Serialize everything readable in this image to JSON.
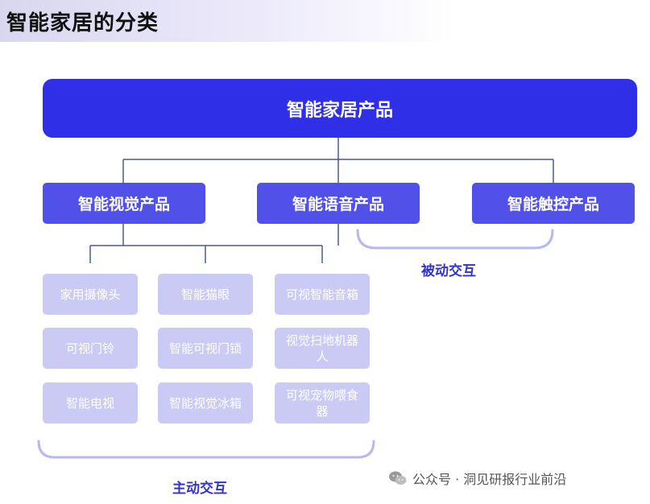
{
  "page_title": "智能家居的分类",
  "root": "智能家居产品",
  "categories": [
    "智能视觉产品",
    "智能语音产品",
    "智能触控产品"
  ],
  "leaves": [
    [
      "家用摄像头",
      "可视门铃",
      "智能电视"
    ],
    [
      "智能猫眼",
      "智能可视门锁",
      "智能视觉冰箱"
    ],
    [
      "可视智能音箱",
      "视觉扫地机器人",
      "可视宠物喂食器"
    ]
  ],
  "groups": {
    "passive": "被动交互",
    "active": "主动交互"
  },
  "watermark": "公众号 · 洞见研报行业前沿",
  "colors": {
    "root": "#2f2fe8",
    "category": "#5151ea",
    "leaf": "#cbcaf5",
    "connector": "#4a5a8a",
    "bracket": "#b8b8f0",
    "group_label": "#3434c8"
  }
}
